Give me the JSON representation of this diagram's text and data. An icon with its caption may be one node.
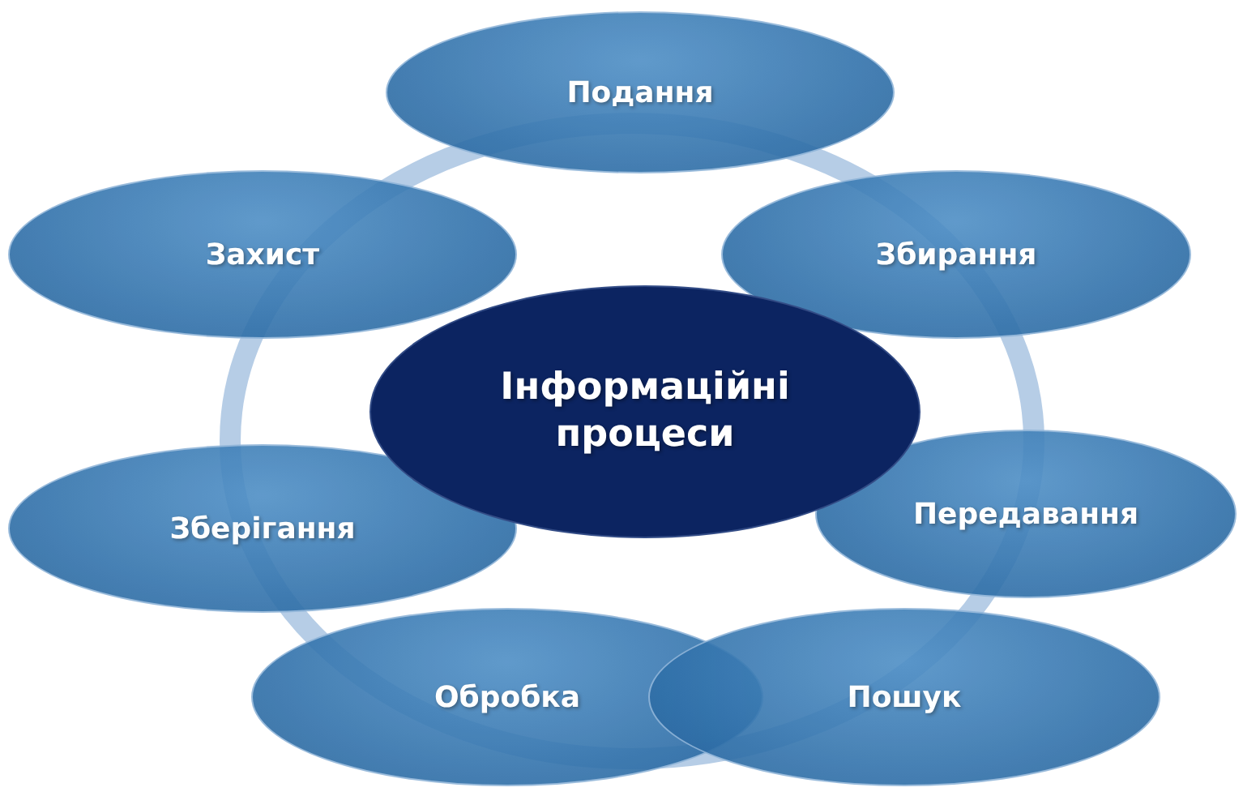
{
  "diagram": {
    "nodes": [
      {
        "text": [
          "Інформаційні процеси"
        ]
      },
      {
        "text": [
          "Подання"
        ]
      },
      {
        "text": [
          "Захист"
        ]
      },
      {
        "text": [
          "Збирання"
        ]
      },
      {
        "text": [
          "Передавання"
        ]
      },
      {
        "text": [
          "Зберігання"
        ]
      },
      {
        "text": [
          "Обробка"
        ]
      },
      {
        "text": [
          "Пошук"
        ]
      }
    ]
  }
}
